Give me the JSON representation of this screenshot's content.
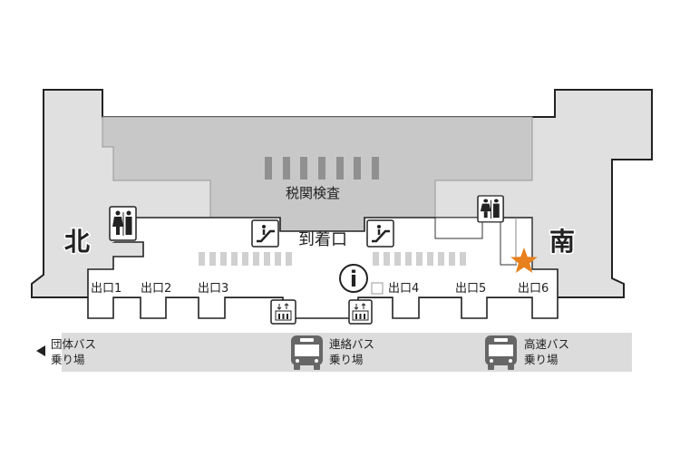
{
  "map": {
    "customs_label": "税関検査",
    "arrival_gate_label": "到着口",
    "north_label": "北",
    "south_label": "南",
    "exits": [
      "出口1",
      "出口2",
      "出口3",
      "出口4",
      "出口5",
      "出口6"
    ],
    "info_symbol": "i"
  },
  "bus_stops": {
    "group": {
      "line1": "団体バス",
      "line2": "乗り場"
    },
    "connecting": {
      "line1": "連絡バス",
      "line2": "乗り場"
    },
    "highway": {
      "line1": "高速バス",
      "line2": "乗り場"
    }
  },
  "colors": {
    "outer_area": "#e0e0e0",
    "customs_area": "#c8c8c8",
    "hall": "#ffffff",
    "bus_band": "#dcdcdc",
    "current_location_star": "#e8801c",
    "outline": "#222222"
  }
}
